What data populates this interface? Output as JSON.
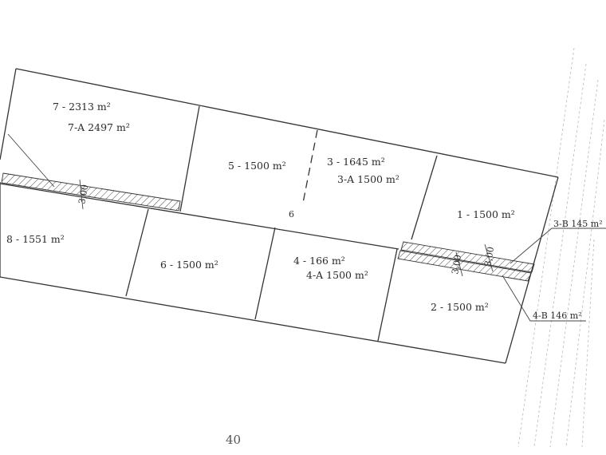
{
  "lots": {
    "lot7": "7 - 2313 m²",
    "lot7a": "7-A 2497 m²",
    "lot5": "5 - 1500 m²",
    "lot3": "3 - 1645 m²",
    "lot3a": "3-A 1500 m²",
    "lot1": "1 - 1500 m²",
    "lot8": "8 - 1551 m²",
    "lot6": "6 - 1500 m²",
    "lot4": "4 - 166  m²",
    "lot4a": "4-A 1500 m²",
    "lot2": "2 - 1500 m²"
  },
  "easements": {
    "lot3b": "3-B 145 m²",
    "lot4b": "4-B 146 m²"
  },
  "dimensions": {
    "left_strip": "3,00",
    "right_strip_a": "3,00",
    "right_strip_b": "3,00",
    "center_mark": "6"
  },
  "page_number": "40"
}
